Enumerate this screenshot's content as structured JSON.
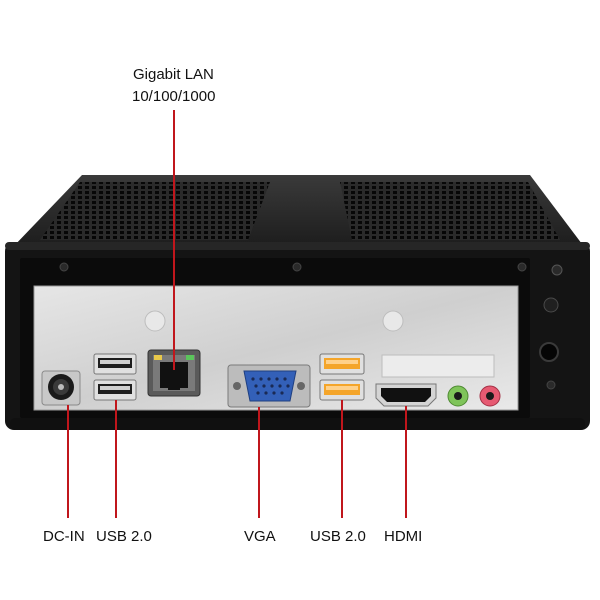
{
  "callouts": {
    "lan_title": "Gigabit LAN",
    "lan_speeds": "10/100/1000",
    "dc_in": "DC-IN",
    "usb_left": "USB 2.0",
    "vga": "VGA",
    "usb_right": "USB 2.0",
    "hdmi": "HDMI"
  },
  "colors": {
    "callout_line": "#c0161c",
    "chassis": "#161616",
    "io_panel": "#d9d9d9",
    "usb_orange": "#f4a52a",
    "vga_blue": "#3360b8",
    "audio_green": "#7fc45a",
    "audio_pink": "#e65a72"
  }
}
